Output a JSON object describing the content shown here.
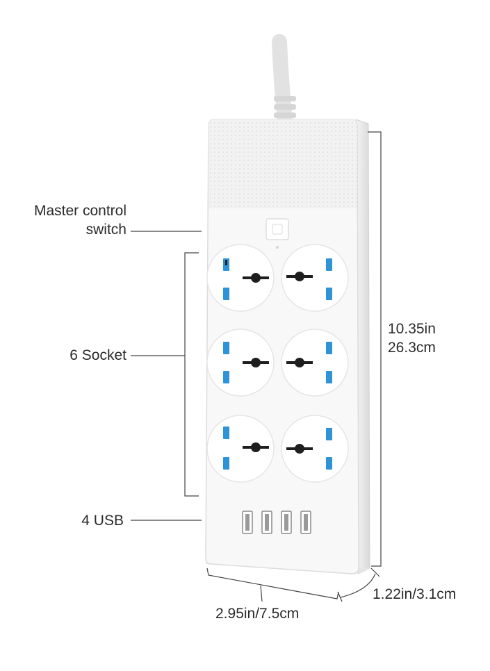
{
  "annotations": {
    "master_line1": "Master control",
    "master_line2": "switch",
    "sockets": "6 Socket",
    "usb": "4 USB",
    "height_in": "10.35in",
    "height_cm": "26.3cm",
    "width": "2.95in/7.5cm",
    "depth": "1.22in/3.1cm"
  },
  "colors": {
    "body": "#f7f7f7",
    "outline": "#dcdcdc",
    "socket_slot_blue": "#2f93d8",
    "pin_dark": "#1e1e1e",
    "dimension_line": "#444444"
  }
}
